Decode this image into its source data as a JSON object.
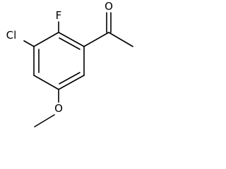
{
  "molecule": {
    "atoms": {
      "carbonyl_oxygen": "O",
      "fluorine": "F",
      "chlorine": "Cl",
      "methoxy_oxygen": "O"
    }
  }
}
